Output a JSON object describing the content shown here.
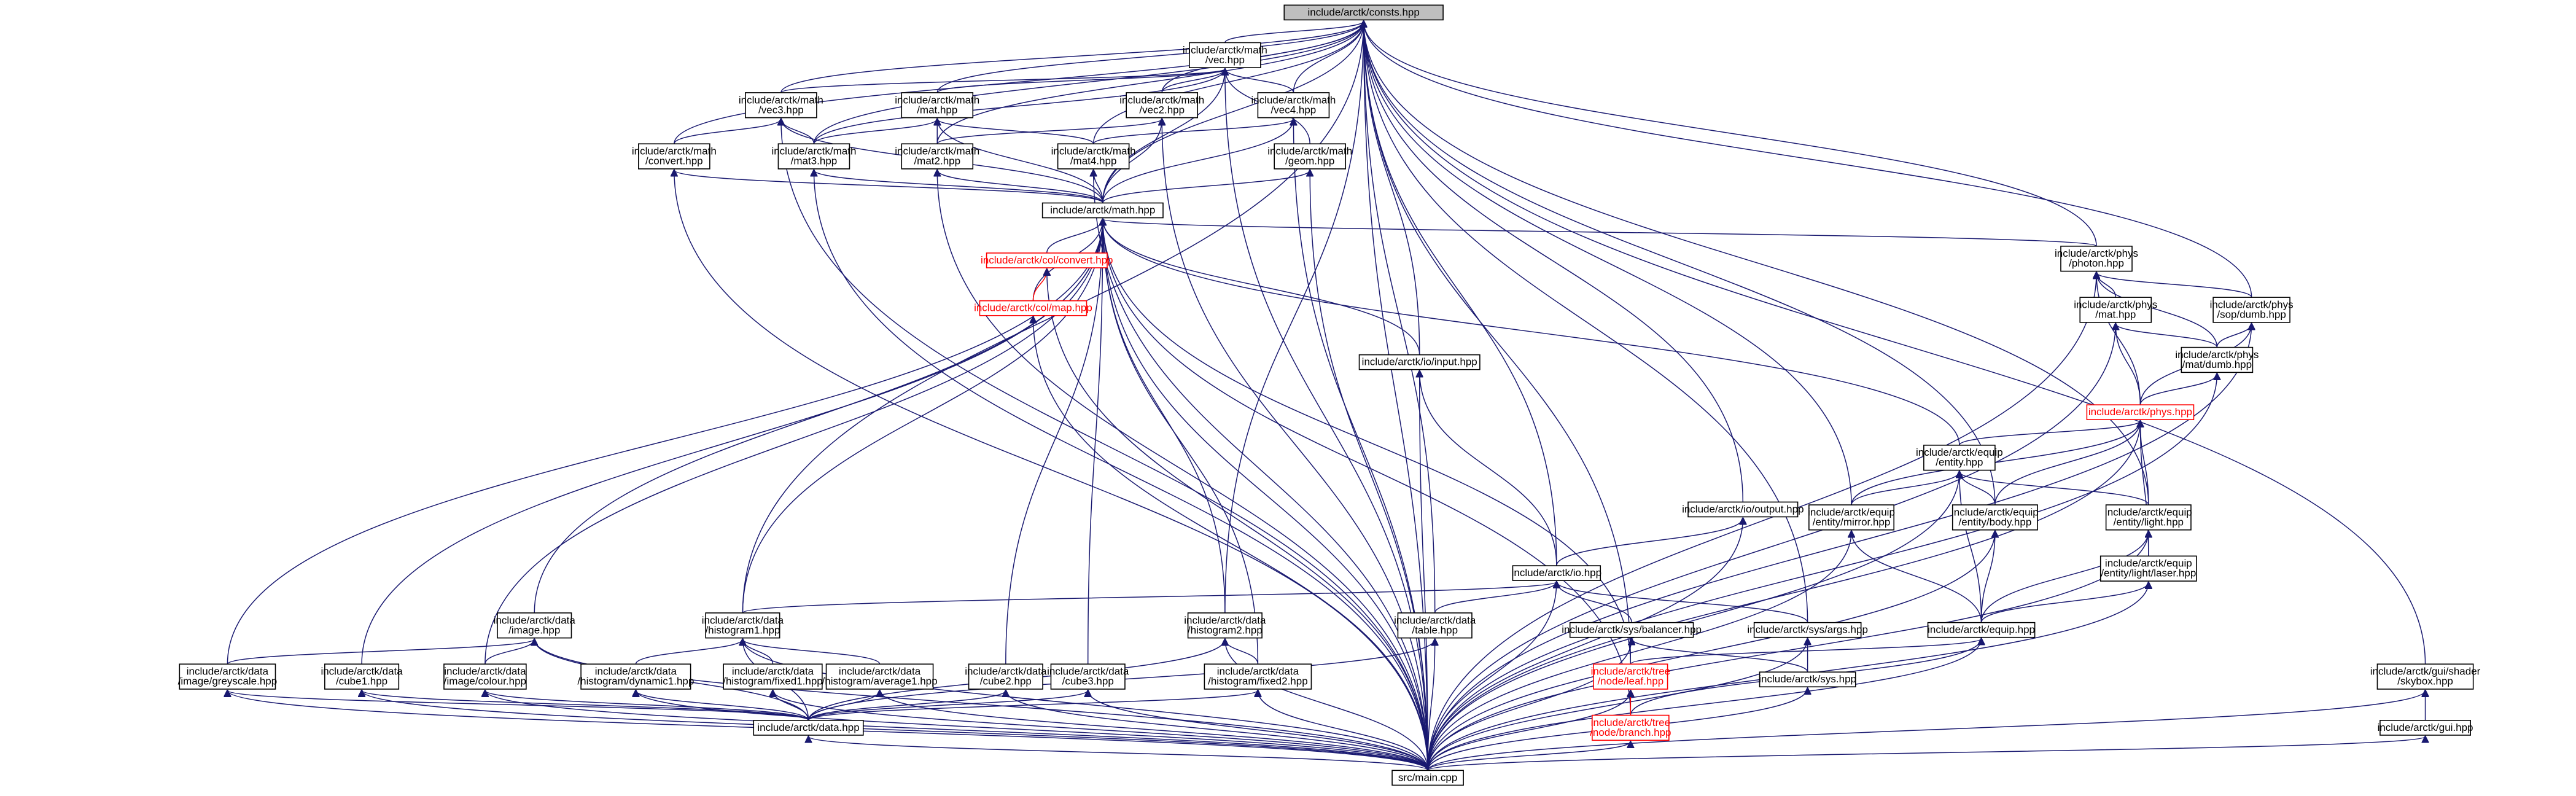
{
  "diagram": {
    "nodes": [
      {
        "id": "constants",
        "lines": [
          "include/arctk/consts.hpp"
        ],
        "style": "root"
      },
      {
        "id": "vec",
        "lines": [
          "include/arctk/math",
          "/vec.hpp"
        ]
      },
      {
        "id": "vec3",
        "lines": [
          "include/arctk/math",
          "/vec3.hpp"
        ]
      },
      {
        "id": "mat",
        "lines": [
          "include/arctk/math",
          "/mat.hpp"
        ]
      },
      {
        "id": "vec2",
        "lines": [
          "include/arctk/math",
          "/vec2.hpp"
        ]
      },
      {
        "id": "vec4",
        "lines": [
          "include/arctk/math",
          "/vec4.hpp"
        ]
      },
      {
        "id": "convert",
        "lines": [
          "include/arctk/math",
          "/convert.hpp"
        ]
      },
      {
        "id": "mat3",
        "lines": [
          "include/arctk/math",
          "/mat3.hpp"
        ]
      },
      {
        "id": "mat2",
        "lines": [
          "include/arctk/math",
          "/mat2.hpp"
        ]
      },
      {
        "id": "mat4",
        "lines": [
          "include/arctk/math",
          "/mat4.hpp"
        ]
      },
      {
        "id": "geom",
        "lines": [
          "include/arctk/math",
          "/geom.hpp"
        ]
      },
      {
        "id": "math",
        "lines": [
          "include/arctk/math.hpp"
        ]
      },
      {
        "id": "colconvert",
        "lines": [
          "include/arctk/col/convert.hpp"
        ],
        "style": "red"
      },
      {
        "id": "colmap",
        "lines": [
          "include/arctk/col/map.hpp"
        ],
        "style": "red"
      },
      {
        "id": "input",
        "lines": [
          "include/arctk/io/input.hpp"
        ]
      },
      {
        "id": "photon",
        "lines": [
          "include/arctk/phys",
          "/photon.hpp"
        ]
      },
      {
        "id": "physmat",
        "lines": [
          "include/arctk/phys",
          "/mat.hpp"
        ]
      },
      {
        "id": "sopdumb",
        "lines": [
          "include/arctk/phys",
          "/sop/dumb.hpp"
        ]
      },
      {
        "id": "matdumb",
        "lines": [
          "include/arctk/phys",
          "/mat/dumb.hpp"
        ]
      },
      {
        "id": "phys",
        "lines": [
          "include/arctk/phys.hpp"
        ],
        "style": "red"
      },
      {
        "id": "entity",
        "lines": [
          "include/arctk/equip",
          "/entity.hpp"
        ]
      },
      {
        "id": "output",
        "lines": [
          "include/arctk/io/output.hpp"
        ]
      },
      {
        "id": "mirror",
        "lines": [
          "include/arctk/equip",
          "/entity/mirror.hpp"
        ]
      },
      {
        "id": "body",
        "lines": [
          "include/arctk/equip",
          "/entity/body.hpp"
        ]
      },
      {
        "id": "light",
        "lines": [
          "include/arctk/equip",
          "/entity/light.hpp"
        ]
      },
      {
        "id": "laser",
        "lines": [
          "include/arctk/equip",
          "/entity/light/laser.hpp"
        ]
      },
      {
        "id": "io",
        "lines": [
          "include/arctk/io.hpp"
        ]
      },
      {
        "id": "image",
        "lines": [
          "include/arctk/data",
          "/image.hpp"
        ]
      },
      {
        "id": "histogram1",
        "lines": [
          "include/arctk/data",
          "/histogram1.hpp"
        ]
      },
      {
        "id": "histogram2",
        "lines": [
          "include/arctk/data",
          "/histogram2.hpp"
        ]
      },
      {
        "id": "table",
        "lines": [
          "include/arctk/data",
          "/table.hpp"
        ]
      },
      {
        "id": "balancer",
        "lines": [
          "include/arctk/sys/balancer.hpp"
        ]
      },
      {
        "id": "args",
        "lines": [
          "include/arctk/sys/args.hpp"
        ]
      },
      {
        "id": "equip",
        "lines": [
          "include/arctk/equip.hpp"
        ]
      },
      {
        "id": "greyscale",
        "lines": [
          "include/arctk/data",
          "/image/greyscale.hpp"
        ]
      },
      {
        "id": "cube1",
        "lines": [
          "include/arctk/data",
          "/cube1.hpp"
        ]
      },
      {
        "id": "colour",
        "lines": [
          "include/arctk/data",
          "/image/colour.hpp"
        ]
      },
      {
        "id": "dynamic1",
        "lines": [
          "include/arctk/data",
          "/histogram/dynamic1.hpp"
        ]
      },
      {
        "id": "fixed1",
        "lines": [
          "include/arctk/data",
          "/histogram/fixed1.hpp"
        ]
      },
      {
        "id": "average1",
        "lines": [
          "include/arctk/data",
          "/histogram/average1.hpp"
        ]
      },
      {
        "id": "cube2",
        "lines": [
          "include/arctk/data",
          "/cube2.hpp"
        ]
      },
      {
        "id": "cube3",
        "lines": [
          "include/arctk/data",
          "/cube3.hpp"
        ]
      },
      {
        "id": "fixed2",
        "lines": [
          "include/arctk/data",
          "/histogram/fixed2.hpp"
        ]
      },
      {
        "id": "leaf",
        "lines": [
          "include/arctk/tree",
          "/node/leaf.hpp"
        ],
        "style": "red"
      },
      {
        "id": "sys",
        "lines": [
          "include/arctk/sys.hpp"
        ]
      },
      {
        "id": "branch",
        "lines": [
          "include/arctk/tree",
          "/node/branch.hpp"
        ],
        "style": "red"
      },
      {
        "id": "data",
        "lines": [
          "include/arctk/data.hpp"
        ]
      },
      {
        "id": "main",
        "lines": [
          "src/main.cpp"
        ]
      },
      {
        "id": "skybox",
        "lines": [
          "include/arctk/gui/shader",
          "/skybox.hpp"
        ]
      },
      {
        "id": "gui",
        "lines": [
          "include/arctk/gui.hpp"
        ]
      }
    ],
    "edges": [
      [
        "vec",
        "constants"
      ],
      [
        "vec3",
        "constants"
      ],
      [
        "mat",
        "constants"
      ],
      [
        "vec2",
        "constants"
      ],
      [
        "vec4",
        "constants"
      ],
      [
        "convert",
        "constants"
      ],
      [
        "mat3",
        "constants"
      ],
      [
        "mat2",
        "constants"
      ],
      [
        "mat4",
        "constants"
      ],
      [
        "math",
        "constants"
      ],
      [
        "input",
        "constants"
      ],
      [
        "photon",
        "constants"
      ],
      [
        "sopdumb",
        "constants"
      ],
      [
        "output",
        "constants"
      ],
      [
        "mirror",
        "constants"
      ],
      [
        "body",
        "constants"
      ],
      [
        "light",
        "constants"
      ],
      [
        "io",
        "constants"
      ],
      [
        "histogram2",
        "constants"
      ],
      [
        "table",
        "constants"
      ],
      [
        "args",
        "constants"
      ],
      [
        "histogram1",
        "constants"
      ],
      [
        "skybox",
        "constants"
      ],
      [
        "main",
        "constants"
      ],
      [
        "leaf",
        "constants"
      ],
      [
        "vec3",
        "vec"
      ],
      [
        "mat",
        "vec"
      ],
      [
        "vec2",
        "vec"
      ],
      [
        "vec4",
        "vec"
      ],
      [
        "geom",
        "vec"
      ],
      [
        "math",
        "vec"
      ],
      [
        "mat3",
        "vec"
      ],
      [
        "main",
        "vec"
      ],
      [
        "mat3",
        "vec3"
      ],
      [
        "convert",
        "vec3"
      ],
      [
        "math",
        "vec3"
      ],
      [
        "main",
        "vec3"
      ],
      [
        "mat2",
        "mat"
      ],
      [
        "mat3",
        "mat"
      ],
      [
        "mat4",
        "mat"
      ],
      [
        "math",
        "mat"
      ],
      [
        "mat2",
        "vec2"
      ],
      [
        "math",
        "vec2"
      ],
      [
        "main",
        "vec2"
      ],
      [
        "mat4",
        "vec4"
      ],
      [
        "math",
        "vec4"
      ],
      [
        "main",
        "vec4"
      ],
      [
        "math",
        "convert"
      ],
      [
        "math",
        "mat3"
      ],
      [
        "math",
        "mat2"
      ],
      [
        "math",
        "mat4"
      ],
      [
        "math",
        "geom"
      ],
      [
        "main",
        "geom"
      ],
      [
        "main",
        "convert"
      ],
      [
        "main",
        "mat3"
      ],
      [
        "main",
        "mat2"
      ],
      [
        "main",
        "mat4"
      ],
      [
        "colconvert",
        "math"
      ],
      [
        "colmap",
        "math"
      ],
      [
        "input",
        "math"
      ],
      [
        "photon",
        "math"
      ],
      [
        "entity",
        "math"
      ],
      [
        "image",
        "math"
      ],
      [
        "histogram1",
        "math"
      ],
      [
        "histogram2",
        "math"
      ],
      [
        "cube2",
        "math"
      ],
      [
        "cube3",
        "math"
      ],
      [
        "greyscale",
        "math"
      ],
      [
        "colour",
        "math"
      ],
      [
        "cube1",
        "math"
      ],
      [
        "fixed2",
        "math"
      ],
      [
        "leaf",
        "math"
      ],
      [
        "branch",
        "math"
      ],
      [
        "main",
        "math"
      ],
      [
        "colmap",
        "colconvert"
      ],
      [
        "main",
        "colconvert"
      ],
      [
        "main",
        "colmap"
      ],
      [
        "io",
        "input"
      ],
      [
        "main",
        "input"
      ],
      [
        "physmat",
        "photon"
      ],
      [
        "sopdumb",
        "photon"
      ],
      [
        "matdumb",
        "photon"
      ],
      [
        "phys",
        "photon"
      ],
      [
        "main",
        "photon"
      ],
      [
        "matdumb",
        "physmat"
      ],
      [
        "phys",
        "physmat"
      ],
      [
        "main",
        "physmat"
      ],
      [
        "matdumb",
        "sopdumb"
      ],
      [
        "phys",
        "sopdumb"
      ],
      [
        "main",
        "sopdumb"
      ],
      [
        "phys",
        "matdumb"
      ],
      [
        "main",
        "matdumb"
      ],
      [
        "entity",
        "phys"
      ],
      [
        "mirror",
        "phys"
      ],
      [
        "body",
        "phys"
      ],
      [
        "light",
        "phys"
      ],
      [
        "laser",
        "phys"
      ],
      [
        "main",
        "phys"
      ],
      [
        "mirror",
        "entity"
      ],
      [
        "body",
        "entity"
      ],
      [
        "light",
        "entity"
      ],
      [
        "equip",
        "entity"
      ],
      [
        "main",
        "entity"
      ],
      [
        "io",
        "output"
      ],
      [
        "main",
        "output"
      ],
      [
        "equip",
        "mirror"
      ],
      [
        "main",
        "mirror"
      ],
      [
        "equip",
        "body"
      ],
      [
        "main",
        "body"
      ],
      [
        "laser",
        "light"
      ],
      [
        "equip",
        "light"
      ],
      [
        "main",
        "light"
      ],
      [
        "equip",
        "laser"
      ],
      [
        "main",
        "laser"
      ],
      [
        "histogram1",
        "io"
      ],
      [
        "table",
        "io"
      ],
      [
        "balancer",
        "io"
      ],
      [
        "args",
        "io"
      ],
      [
        "main",
        "io"
      ],
      [
        "greyscale",
        "image"
      ],
      [
        "colour",
        "image"
      ],
      [
        "data",
        "image"
      ],
      [
        "main",
        "image"
      ],
      [
        "dynamic1",
        "histogram1"
      ],
      [
        "fixed1",
        "histogram1"
      ],
      [
        "average1",
        "histogram1"
      ],
      [
        "data",
        "histogram1"
      ],
      [
        "main",
        "histogram1"
      ],
      [
        "fixed2",
        "histogram2"
      ],
      [
        "data",
        "histogram2"
      ],
      [
        "main",
        "histogram2"
      ],
      [
        "data",
        "table"
      ],
      [
        "main",
        "table"
      ],
      [
        "sys",
        "balancer"
      ],
      [
        "main",
        "balancer"
      ],
      [
        "sys",
        "args"
      ],
      [
        "main",
        "args"
      ],
      [
        "leaf",
        "equip"
      ],
      [
        "branch",
        "equip"
      ],
      [
        "main",
        "equip"
      ],
      [
        "data",
        "greyscale"
      ],
      [
        "main",
        "greyscale"
      ],
      [
        "data",
        "cube1"
      ],
      [
        "main",
        "cube1"
      ],
      [
        "data",
        "colour"
      ],
      [
        "main",
        "colour"
      ],
      [
        "data",
        "dynamic1"
      ],
      [
        "main",
        "dynamic1"
      ],
      [
        "data",
        "fixed1"
      ],
      [
        "main",
        "fixed1"
      ],
      [
        "data",
        "average1"
      ],
      [
        "main",
        "average1"
      ],
      [
        "data",
        "cube2"
      ],
      [
        "main",
        "cube2"
      ],
      [
        "data",
        "cube3"
      ],
      [
        "main",
        "cube3"
      ],
      [
        "data",
        "fixed2"
      ],
      [
        "main",
        "fixed2"
      ],
      [
        "branch",
        "leaf"
      ],
      [
        "main",
        "leaf"
      ],
      [
        "main",
        "sys"
      ],
      [
        "main",
        "branch"
      ],
      [
        "main",
        "data"
      ],
      [
        "gui",
        "skybox"
      ],
      [
        "main",
        "skybox"
      ],
      [
        "main",
        "gui"
      ]
    ],
    "colors": {
      "edge": "#191970",
      "red_edge": "#ff0000",
      "root_fill": "#bfbfbf",
      "border": "#000000",
      "red_border": "#ff0000"
    }
  }
}
